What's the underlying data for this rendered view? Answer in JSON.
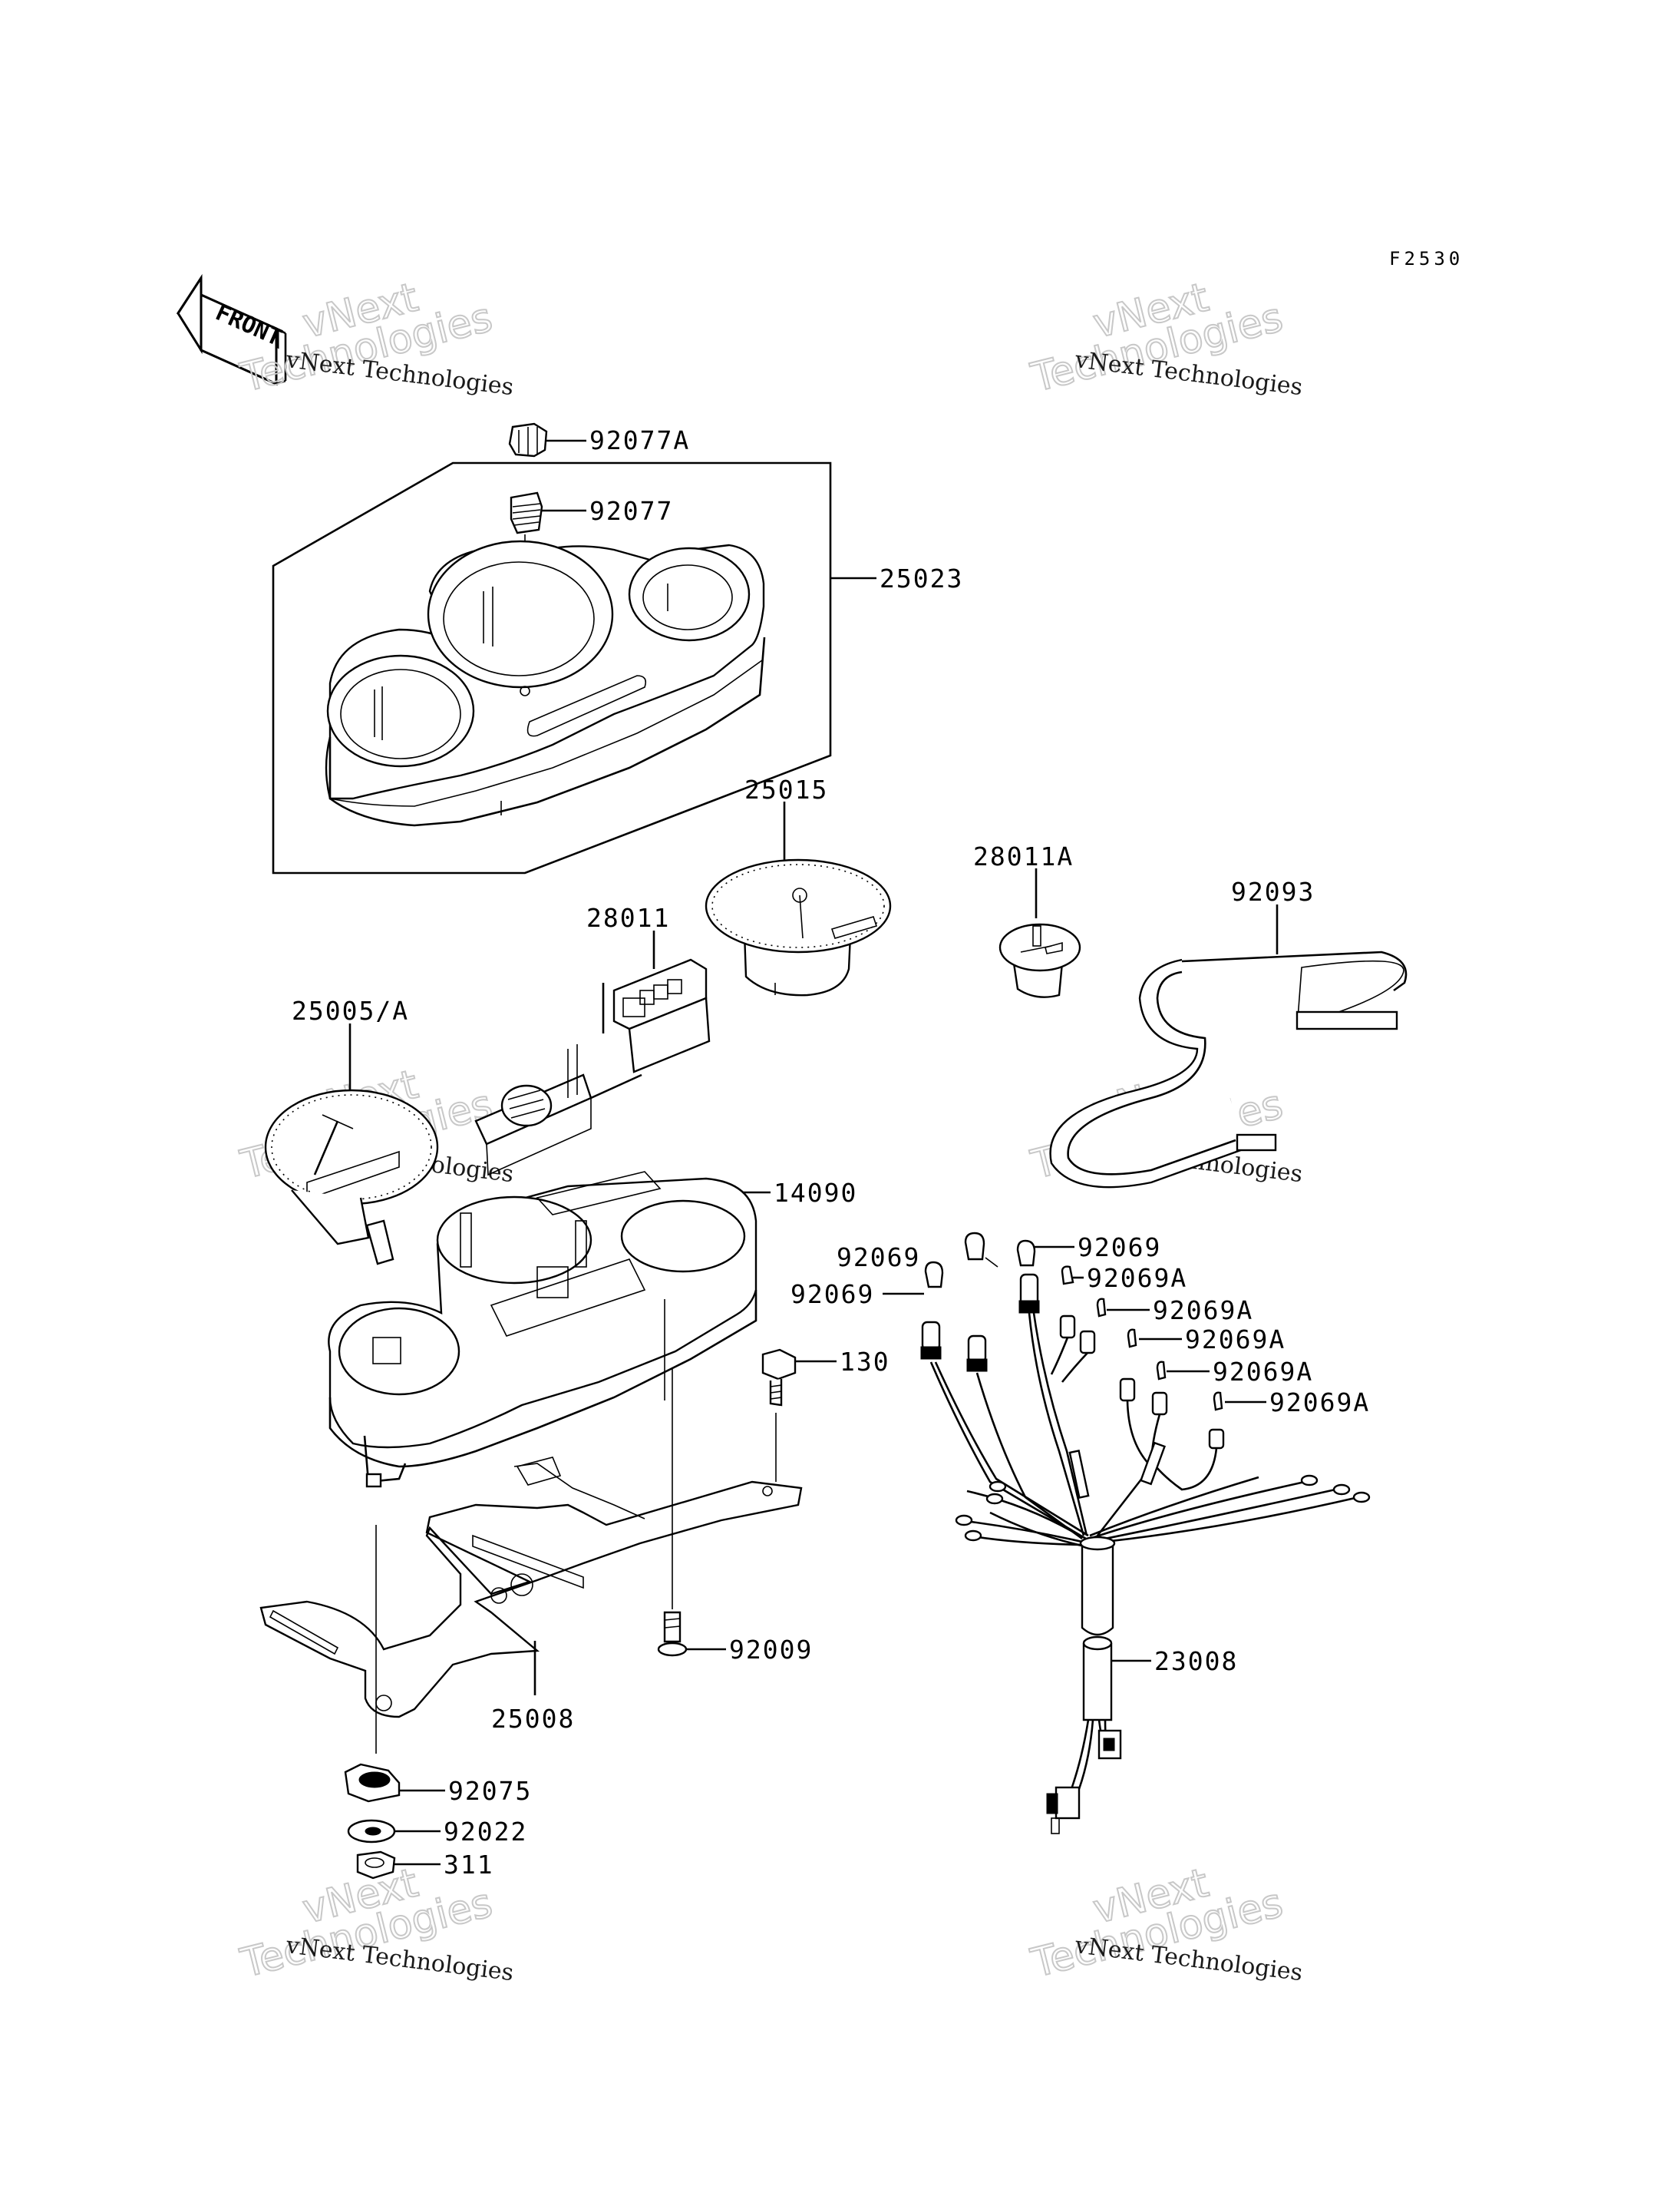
{
  "figure_code": "F2530",
  "front_label": "FRONT",
  "watermark": {
    "line1": "vNext Technologies",
    "line2a": "vNext",
    "line2b": "Technologies"
  },
  "parts": [
    {
      "id": "p92077A",
      "number": "92077A"
    },
    {
      "id": "p92077",
      "number": "92077"
    },
    {
      "id": "p25023",
      "number": "25023"
    },
    {
      "id": "p25015",
      "number": "25015"
    },
    {
      "id": "p28011A",
      "number": "28011A"
    },
    {
      "id": "p92093",
      "number": "92093"
    },
    {
      "id": "p28011",
      "number": "28011"
    },
    {
      "id": "p25005A",
      "number": "25005/A"
    },
    {
      "id": "p14090",
      "number": "14090"
    },
    {
      "id": "p92069_a",
      "number": "92069"
    },
    {
      "id": "p92069_b",
      "number": "92069"
    },
    {
      "id": "p92069_c",
      "number": "92069"
    },
    {
      "id": "p92069A_a",
      "number": "92069A"
    },
    {
      "id": "p92069A_b",
      "number": "92069A"
    },
    {
      "id": "p92069A_c",
      "number": "92069A"
    },
    {
      "id": "p92069A_d",
      "number": "92069A"
    },
    {
      "id": "p92069A_e",
      "number": "92069A"
    },
    {
      "id": "p130",
      "number": "130"
    },
    {
      "id": "p92009",
      "number": "92009"
    },
    {
      "id": "p23008",
      "number": "23008"
    },
    {
      "id": "p25008",
      "number": "25008"
    },
    {
      "id": "p92075",
      "number": "92075"
    },
    {
      "id": "p92022",
      "number": "92022"
    },
    {
      "id": "p311",
      "number": "311"
    }
  ]
}
